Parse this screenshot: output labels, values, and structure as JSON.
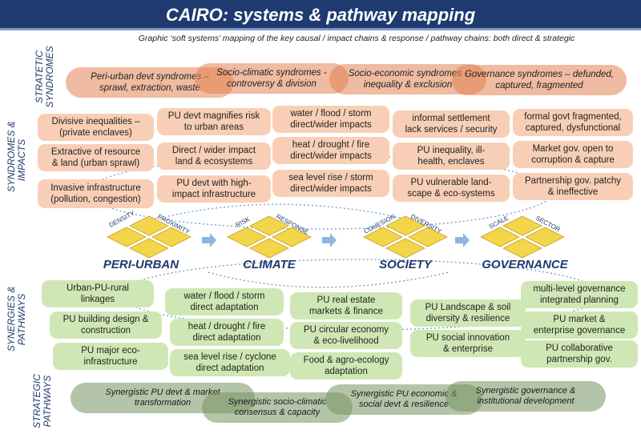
{
  "title": "CAIRO: systems & pathway mapping",
  "subtitle": "Graphic ‘soft systems’ mapping of the key causal / impact chains & response / pathway chains:  both direct & strategic",
  "side_labels": {
    "strategic_syndromes": [
      "STRATETIC",
      "SYNDROMES"
    ],
    "syndromes_impacts": [
      "SYNDROMES &",
      "IMPACTS"
    ],
    "synergies_pathways": [
      "SYNERGIES &",
      "PATHWAYS"
    ],
    "strategic_pathways": [
      "STRATEGIC",
      "PATHWAYS"
    ]
  },
  "syndromes": [
    [
      "Peri-urban devt syndromes –",
      "sprawl, extraction, waste"
    ],
    [
      "Socio-climatic syndromes -",
      "controversy & division"
    ],
    [
      "Socio-economic syndromes -",
      "inequality & exclusion"
    ],
    [
      "Governance syndromes – defunded,",
      "captured, fragmented"
    ]
  ],
  "impacts": {
    "col1": [
      [
        "Divisive inequalities –",
        "(private enclaves)"
      ],
      [
        "Extractive of resource",
        "& land (urban sprawl)"
      ],
      [
        "Invasive infrastructure",
        "(pollution, congestion)"
      ]
    ],
    "col2": [
      [
        "PU devt magnifies risk",
        "to urban areas"
      ],
      [
        "Direct / wider impact",
        "land & ecosystems"
      ],
      [
        "PU devt with high-",
        "impact infrastructure"
      ]
    ],
    "col3": [
      [
        "water / flood / storm",
        "direct/wider impacts"
      ],
      [
        "heat / drought / fire",
        "direct/wider impacts"
      ],
      [
        "sea level rise / storm",
        "direct/wider impacts"
      ]
    ],
    "col4": [
      [
        "informal settlement",
        "lack services / security"
      ],
      [
        "PU inequality, ill-",
        "health, enclaves"
      ],
      [
        "PU vulnerable land-",
        "scape & eco-systems"
      ]
    ],
    "col5": [
      [
        "formal govt fragmented,",
        "captured, dysfunctional"
      ],
      [
        "Market gov. open to",
        "corruption & capture"
      ],
      [
        "Partnership gov. patchy",
        "& ineffective"
      ]
    ]
  },
  "domains": [
    {
      "name": "PERI-URBAN",
      "left": "DENSITY",
      "right": "PROXIMITY"
    },
    {
      "name": "CLIMATE",
      "left": "RISK",
      "right": "RESPONSE"
    },
    {
      "name": "SOCIETY",
      "left": "COHESION",
      "right": "DIVERSITY"
    },
    {
      "name": "GOVERNANCE",
      "left": "SCALE",
      "right": "SECTOR"
    }
  ],
  "pathways": {
    "col1": [
      [
        "Urban-PU-rural",
        "linkages"
      ],
      [
        "PU building design &",
        "construction"
      ],
      [
        "PU major eco-",
        "infrastructure"
      ]
    ],
    "col2": [
      [
        "water / flood / storm",
        "direct adaptation"
      ],
      [
        "heat / drought / fire",
        "direct adaptation"
      ],
      [
        "sea level rise / cyclone",
        "direct adaptation"
      ]
    ],
    "col3": [
      [
        "PU real estate",
        "markets & finance"
      ],
      [
        "PU circular economy",
        "& eco-livelihood"
      ],
      [
        "Food &  agro-ecology",
        "adaptation"
      ]
    ],
    "col4": [
      [
        "PU Landscape & soil",
        "diversity & resilience"
      ],
      [
        "PU social innovation",
        "& enterprise"
      ]
    ],
    "col5": [
      [
        "multi-level governance",
        "integrated planning"
      ],
      [
        "PU market &",
        "enterprise governance"
      ],
      [
        "PU collaborative",
        "partnership gov."
      ]
    ]
  },
  "strategic_pathways": [
    [
      "Synergistic PU devt & market",
      "transformation"
    ],
    [
      "Synergistic socio-climatic",
      "consensus & capacity"
    ],
    [
      "Synergistic PU economic &",
      "social devt & resilience"
    ],
    [
      "Synergistic governance &",
      "institutional development"
    ]
  ],
  "colors": {
    "title_bg": "#1f3a6e",
    "impact_box": "#f8cfb6",
    "syndrome_pill": "#e28454",
    "pathway_box": "#cfe7b4",
    "strategic_pill": "#769462",
    "diamond": "#f3d54a",
    "arrow": "#6b9bd2"
  }
}
